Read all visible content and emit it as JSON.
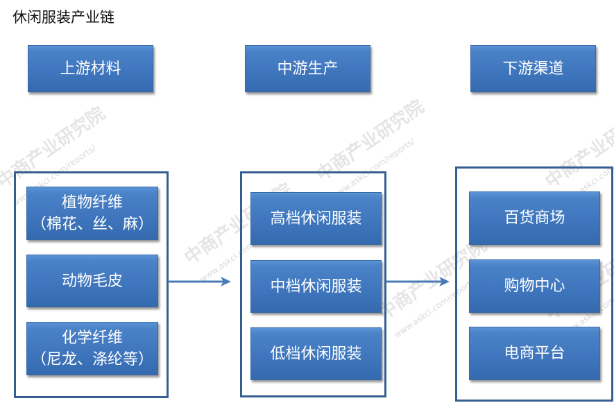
{
  "title": "休闲服装产业链",
  "headers": {
    "upstream": "上游材料",
    "midstream": "中游生产",
    "downstream": "下游渠道"
  },
  "upstream_items": [
    {
      "line1": "植物纤维",
      "line2": "（棉花、丝、麻）"
    },
    {
      "line1": "动物毛皮",
      "line2": ""
    },
    {
      "line1": "化学纤维",
      "line2": "（尼龙、涤纶等）"
    }
  ],
  "midstream_items": [
    {
      "label": "高档休闲服装"
    },
    {
      "label": "中档休闲服装"
    },
    {
      "label": "低档休闲服装"
    }
  ],
  "downstream_items": [
    {
      "label": "百货商场"
    },
    {
      "label": "购物中心"
    },
    {
      "label": "电商平台"
    }
  ],
  "watermark": {
    "text": "中商产业研究院",
    "url": "www.askci.com/reports/"
  },
  "colors": {
    "box_fill": "#4179c0",
    "box_text": "#ffffff",
    "group_border": "#365f91",
    "arrow": "#4a7ab8"
  }
}
